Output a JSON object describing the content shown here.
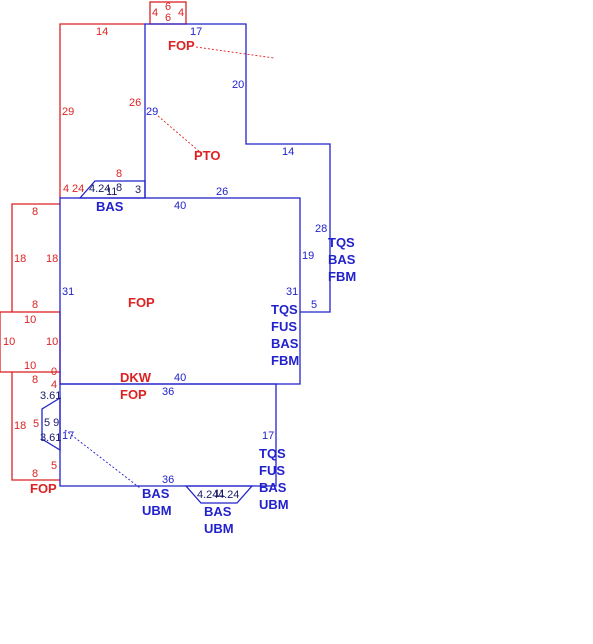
{
  "colors": {
    "red": "#dd2222",
    "blue": "#2222cc",
    "navy": "#1a1a66"
  },
  "labels": {
    "fop_top": "FOP",
    "pto": "PTO",
    "bas_left": "BAS",
    "fop_center": "FOP",
    "dkw": "DKW",
    "fop_mid": "FOP",
    "fop_bottom": "FOP",
    "right_upper": [
      "TQS",
      "BAS",
      "FBM"
    ],
    "right_middle": [
      "TQS",
      "FUS",
      "BAS",
      "FBM"
    ],
    "right_lower": [
      "TQS",
      "FUS",
      "BAS",
      "UBM"
    ],
    "bottom_left": [
      "BAS",
      "UBM"
    ],
    "bottom_bay": [
      "BAS",
      "UBM"
    ]
  },
  "dims": {
    "r_top_4a": "4",
    "r_top_6a": "6",
    "r_top_6b": "6",
    "r_top_4b": "4",
    "r_14": "14",
    "r_29": "29",
    "r_26": "26",
    "r_8a": "8",
    "r_4a": "4",
    "r_24": "24",
    "r_8b": "8",
    "r_18a": "18",
    "r_18b": "18",
    "r_8c": "8",
    "r_10a": "10",
    "r_10b": "10",
    "r_10c": "10",
    "r_10d": "10",
    "r_8d": "8",
    "r_0": "0",
    "r_4b": "4",
    "r_18c": "18",
    "r_5a": "5",
    "r_5b": "5",
    "r_8e": "8",
    "b_17a": "17",
    "b_20": "20",
    "b_29": "29",
    "b_14": "14",
    "b_28": "28",
    "b_26": "26",
    "b_4_24a": "4.24",
    "b_11a": "11",
    "b_8": "8",
    "b_3": "3",
    "b_40a": "40",
    "b_19": "19",
    "b_31a": "31",
    "b_31b": "31",
    "b_5": "5",
    "b_40b": "40",
    "b_36a": "36",
    "b_3_61a": "3.61",
    "b_5_9": "5 9",
    "b_3_61b": "3.61",
    "b_17b": "17",
    "b_17c": "17",
    "b_36b": "36",
    "b_4_24b": "4.24",
    "b_11b": "11",
    "b_4_24c": "4.24"
  }
}
